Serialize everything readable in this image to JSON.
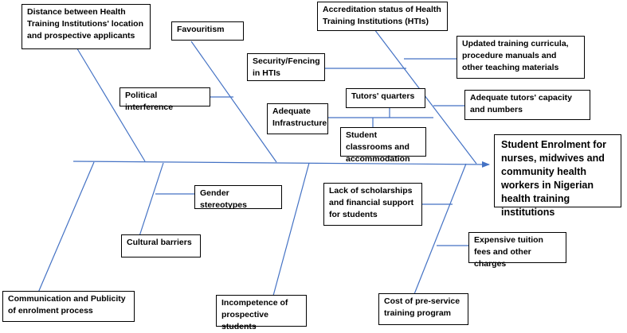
{
  "colors": {
    "bone": "#4472C4",
    "border": "#000000",
    "text": "#000000",
    "background": "#ffffff"
  },
  "effect": {
    "label": "Student Enrolment for nurses, midwives and community health workers in Nigerian health training institutions"
  },
  "causes": {
    "distance": "Distance between Health Training Institutions' location and prospective applicants",
    "favouritism": "Favouritism",
    "political": "Political interference",
    "accreditation": "Accreditation status of Health Training Institutions (HTIs)",
    "security": "Security/Fencing in HTIs",
    "curricula": "Updated training curricula, procedure manuals and other teaching materials",
    "tutors_quarters": "Tutors' quarters",
    "infrastructure": "Adequate Infrastructure",
    "tutors_capacity": "Adequate tutors' capacity and numbers",
    "classrooms": "Student classrooms and accommodation",
    "gender": "Gender stereotypes",
    "cultural": "Cultural barriers",
    "scholarships": "Lack of scholarships and financial support for students",
    "tuition": "Expensive tuition fees and other charges",
    "communication": "Communication and Publicity of enrolment process",
    "incompetence": "Incompetence of prospective students",
    "cost": "Cost of pre-service training program"
  }
}
